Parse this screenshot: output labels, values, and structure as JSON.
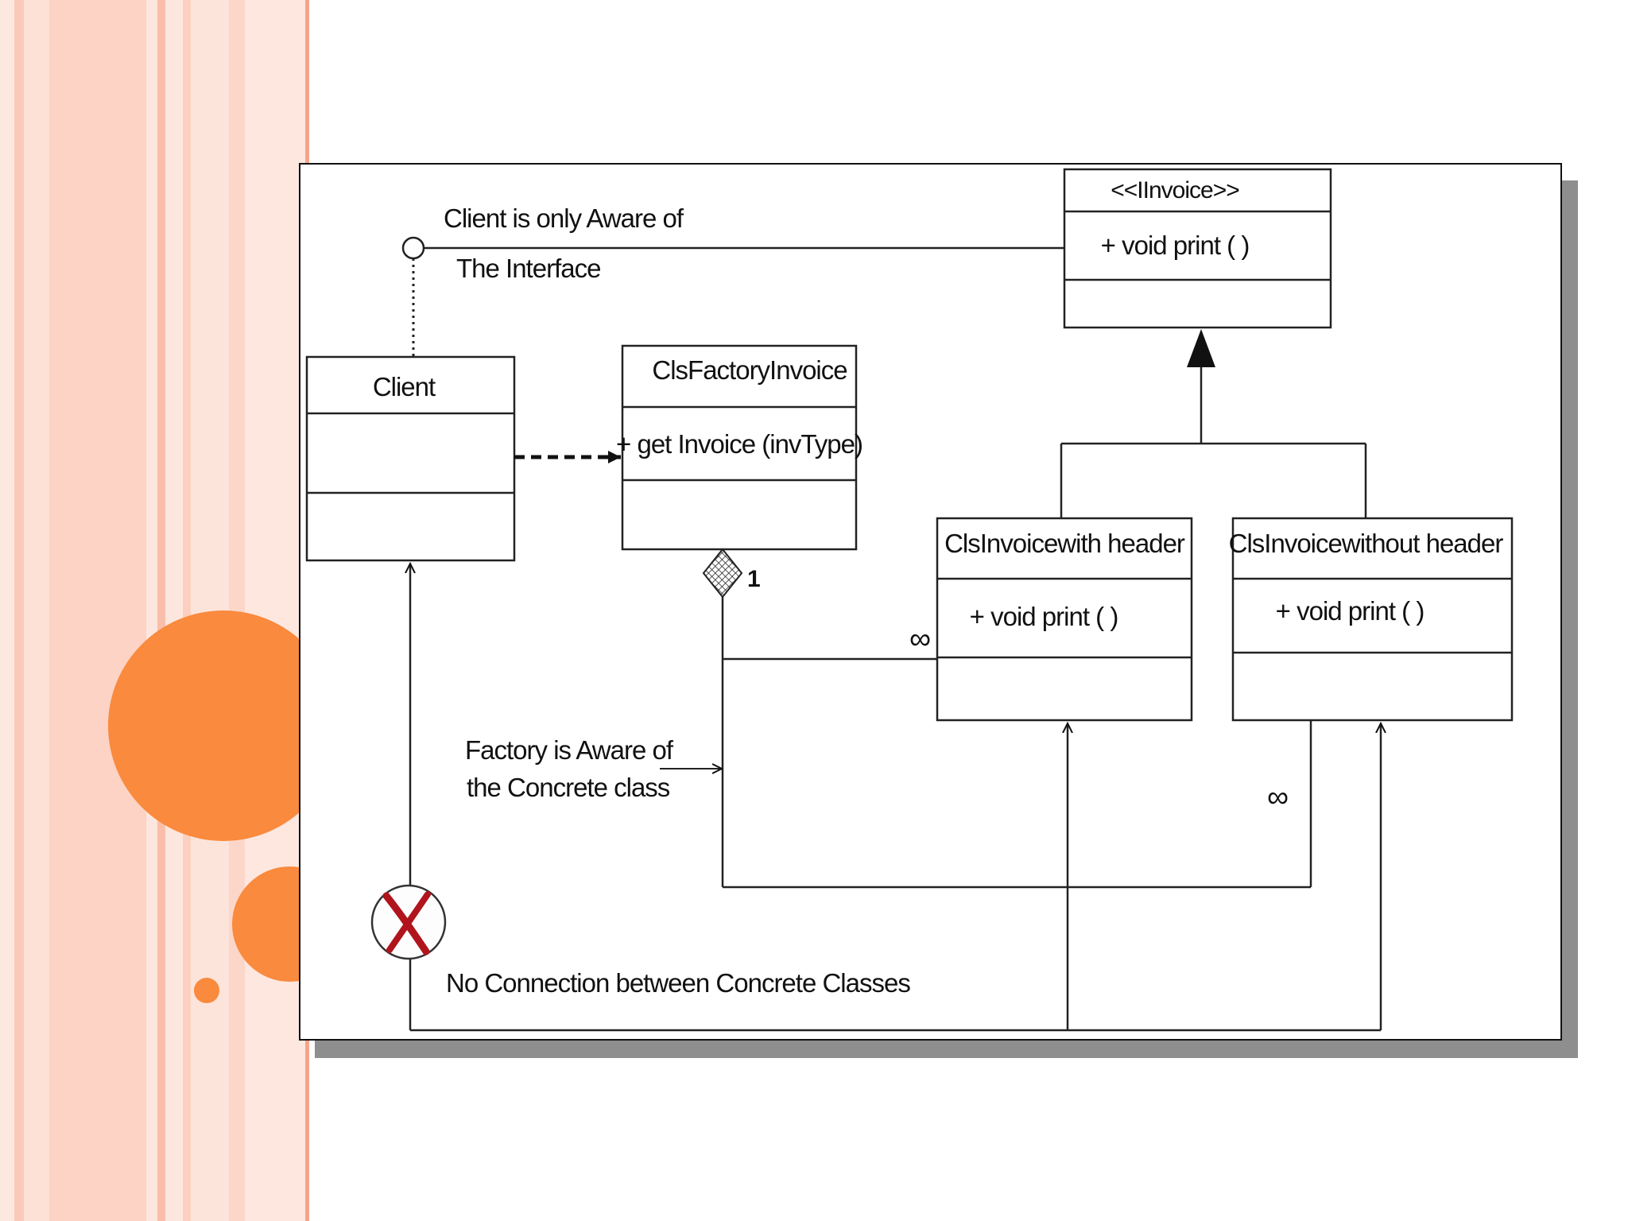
{
  "slide": {
    "colors": {
      "accent_orange": "#f98a3e",
      "stripe_light": "#fde0d6",
      "stripe_mid": "#fbc9b8",
      "stripe_edge": "#f7a48a"
    }
  },
  "diagram": {
    "interface_class": {
      "stereotype": "<<IInvoice>>",
      "method": "+ void print ( )"
    },
    "client_class": {
      "name": "Client"
    },
    "factory_class": {
      "name": "ClsFactoryInvoice",
      "method": "+ get Invoice (invType)"
    },
    "concrete_with_header": {
      "name": "ClsInvoicewith header",
      "method": "+ void print ( )"
    },
    "concrete_without_header": {
      "name": "ClsInvoicewithout header",
      "method": "+ void print ( )"
    },
    "notes": {
      "client_aware_line1": "Client is only Aware of",
      "client_aware_line2": "The Interface",
      "factory_aware_line1": "Factory is Aware of",
      "factory_aware_line2": "the Concrete class",
      "no_connection": "No Connection between Concrete Classes"
    },
    "multiplicities": {
      "factory_end": "1",
      "with_header_end": "∞",
      "without_header_end": "∞"
    },
    "icons": {
      "no_connection_marker": "red-x-circle-icon",
      "interface_lollipop": "lollipop-circle-icon",
      "inheritance_arrow": "filled-triangle-icon",
      "composition_diamond": "hatched-diamond-icon"
    }
  }
}
